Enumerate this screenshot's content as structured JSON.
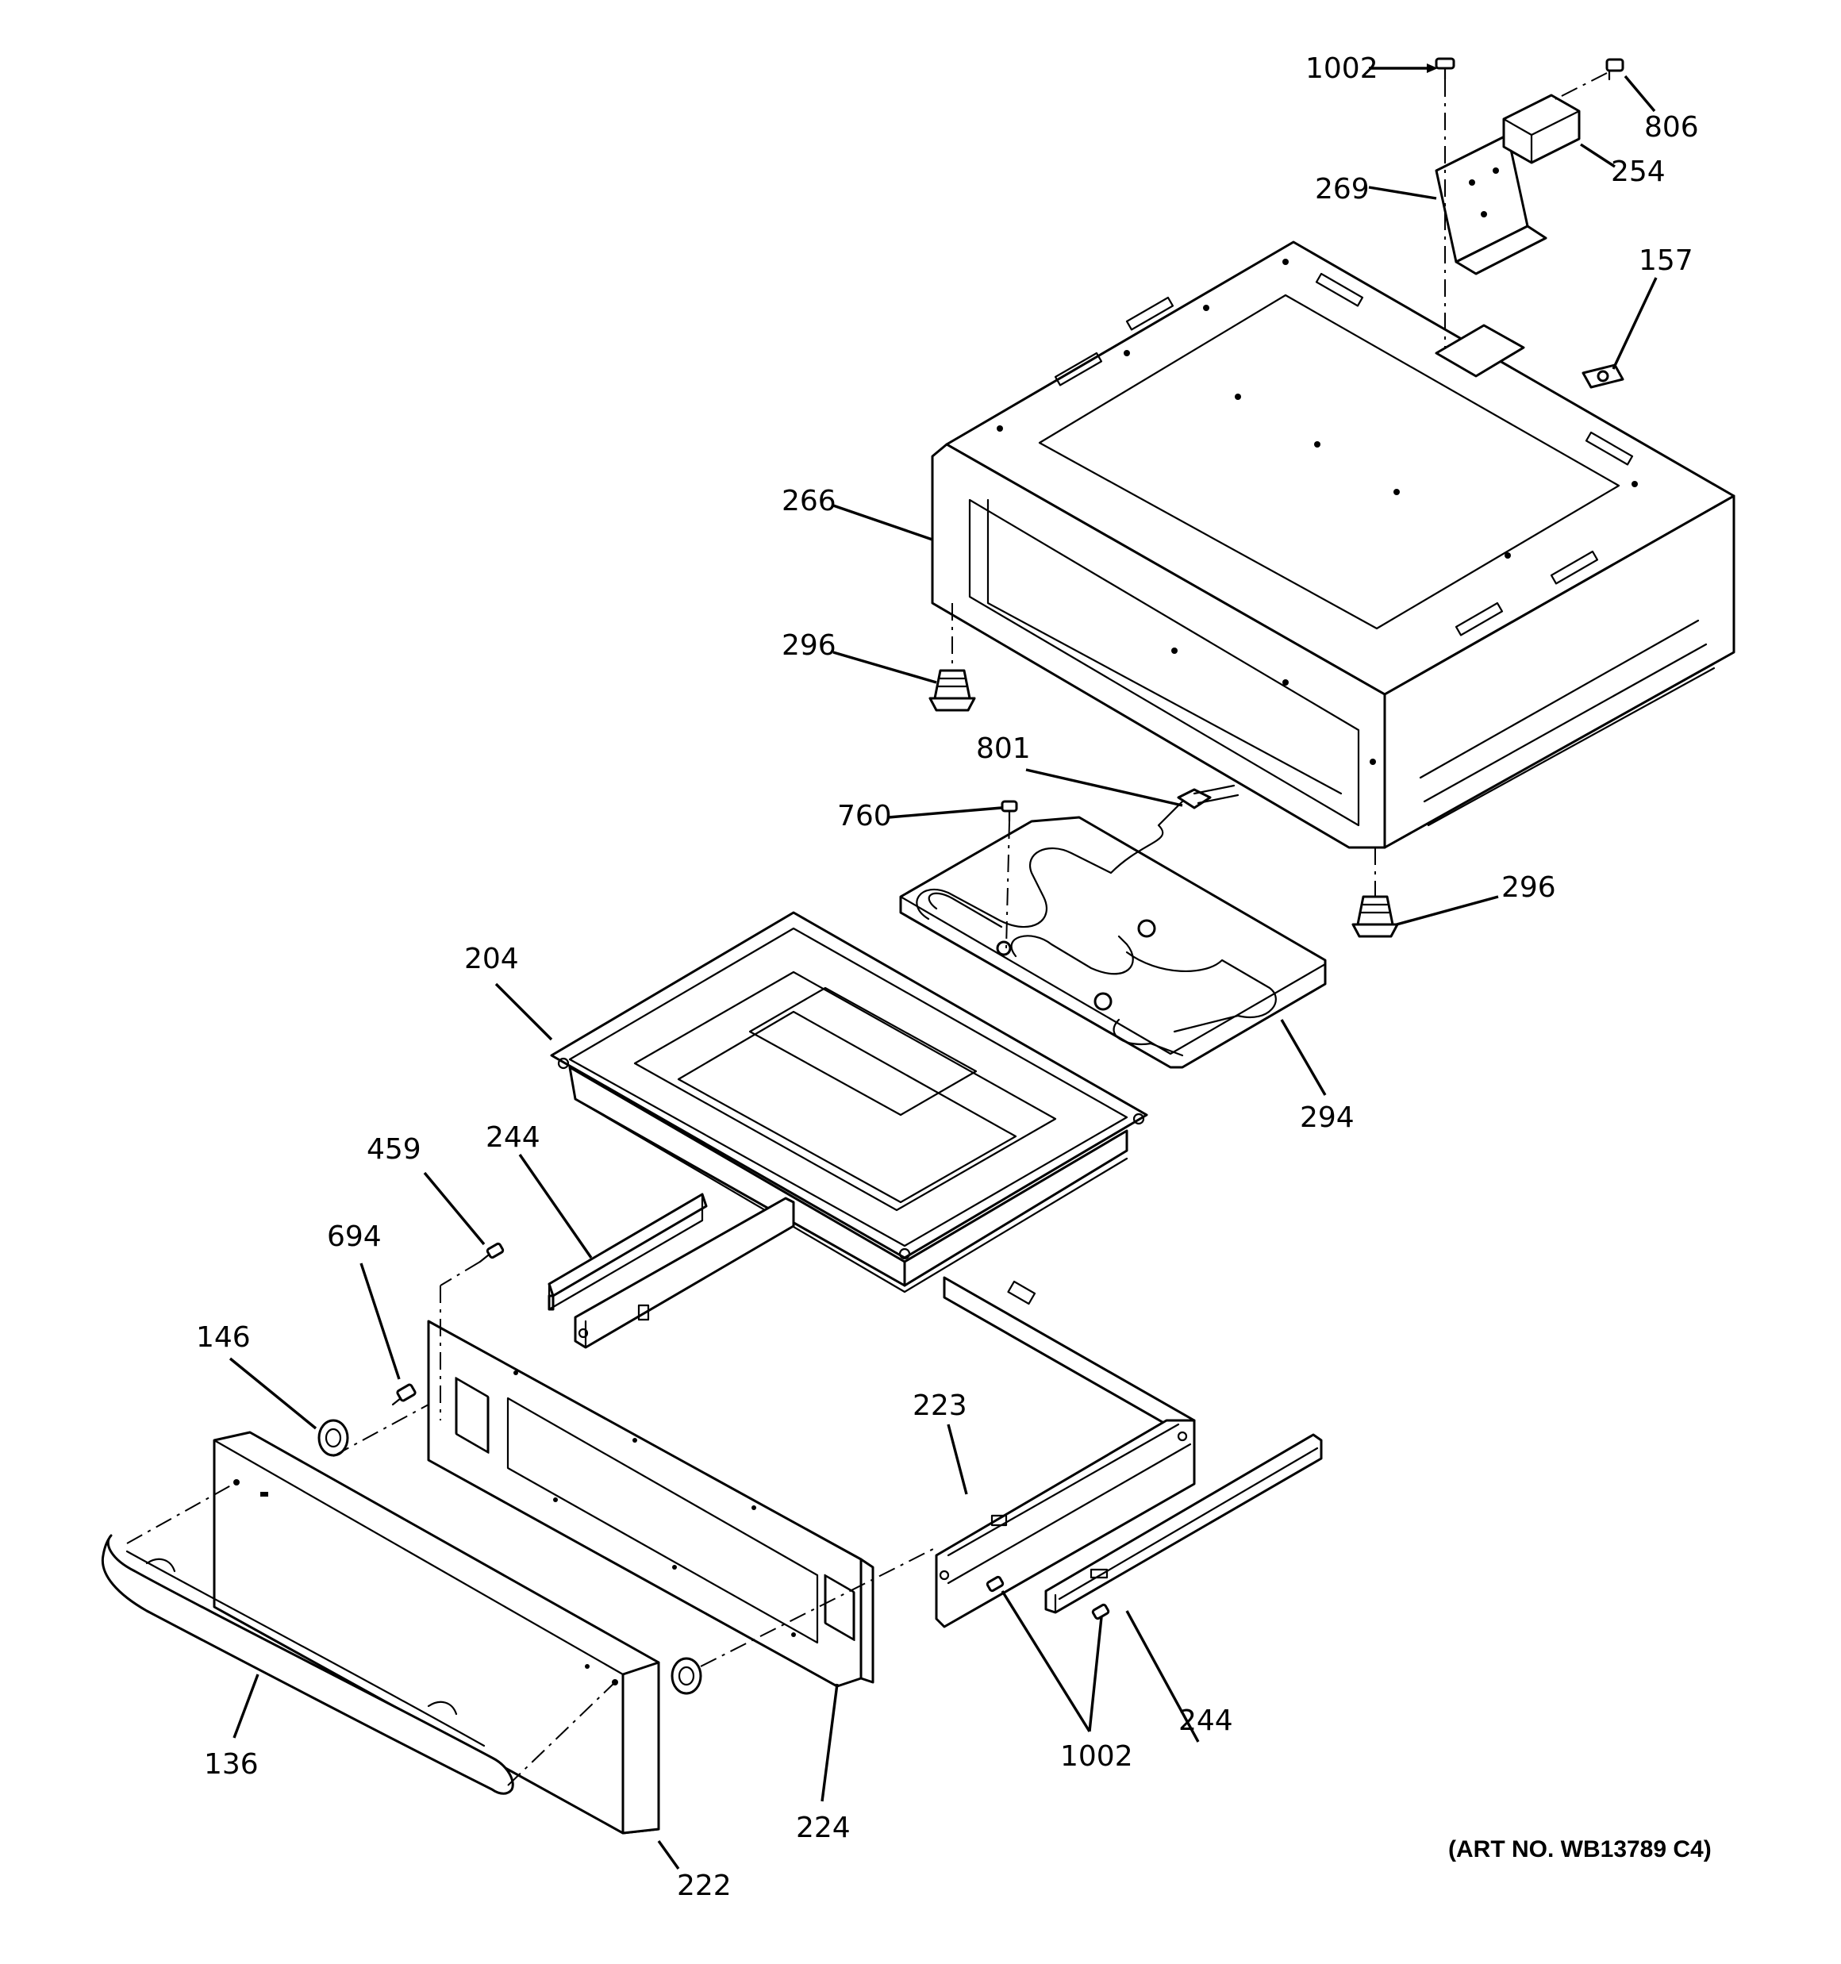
{
  "diagram": {
    "art_number": "(ART NO. WB13789 C4)",
    "callouts": {
      "c1002_top": "1002",
      "c806": "806",
      "c254": "254",
      "c269": "269",
      "c157": "157",
      "c266": "266",
      "c296_left": "296",
      "c801": "801",
      "c760": "760",
      "c296_right": "296",
      "c204": "204",
      "c294": "294",
      "c459": "459",
      "c244_left": "244",
      "c694": "694",
      "c146": "146",
      "c223": "223",
      "c136": "136",
      "c224": "224",
      "c1002_bottom": "1002",
      "c244_right": "244",
      "c222": "222"
    }
  }
}
